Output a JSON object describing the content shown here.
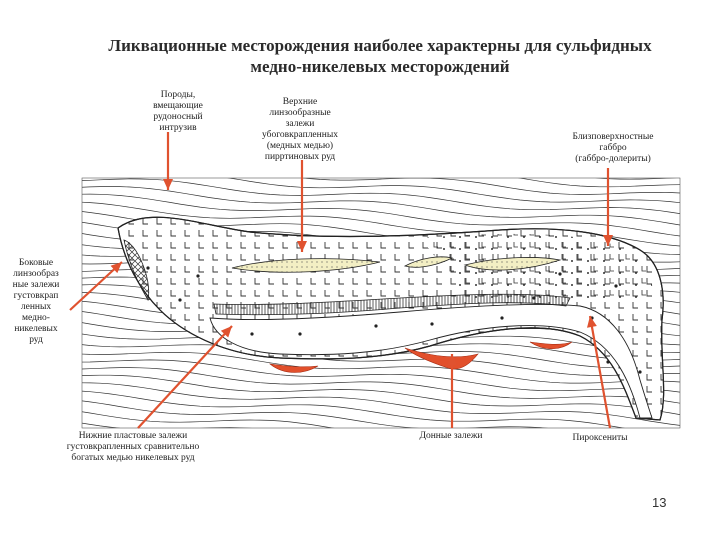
{
  "slide": {
    "title_line1": "Ликвационные месторождения наиболее характерны для сульфидных",
    "title_line2": "медно-никелевых месторождений",
    "page_number": "13"
  },
  "labels": {
    "host_rocks": [
      "Породы,",
      "вмещающие",
      "рудоносный",
      "интрузив"
    ],
    "upper_lenses": [
      "Верхние",
      "линзообразные",
      "залежи",
      "убоговкрапленных",
      "(медных медью)",
      "пирртиновых руд"
    ],
    "near_surface_gabbro": [
      "Близповерхностные",
      "габбро",
      "(габбро-долериты)"
    ],
    "lateral_lenses": [
      "Боковые",
      "линзообраз",
      "ные залежи",
      "густовкрап",
      "ленных",
      "медно-",
      "никелевых",
      "руд"
    ],
    "lower_sheet": [
      "Нижние пластовые залежи",
      "густовкрапленных сравнительно",
      "богатых медью никелевых руд"
    ],
    "bottom_deposits": [
      "Донные залежи"
    ],
    "pyroxenites": [
      "Пироксениты"
    ]
  },
  "colors": {
    "arrow": "#e0522f",
    "ore_red": "#e2502c",
    "lens_fill": "#f3efc4",
    "line": "#222222",
    "title": "#2b2b2b"
  }
}
